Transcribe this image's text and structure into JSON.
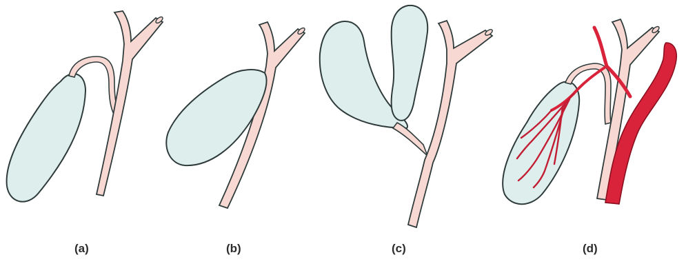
{
  "panels": [
    {
      "id": "a",
      "label": "(a)"
    },
    {
      "id": "b",
      "label": "(b)"
    },
    {
      "id": "c",
      "label": "(c)"
    },
    {
      "id": "d",
      "label": "(d)"
    }
  ],
  "colors": {
    "gallbladder_fill": "#ddeeed",
    "duct_fill": "#f8d8d2",
    "outline": "#2f3b3b",
    "artery_red": "#d8233a",
    "artery_dark": "#8a1020",
    "background": "#ffffff"
  }
}
